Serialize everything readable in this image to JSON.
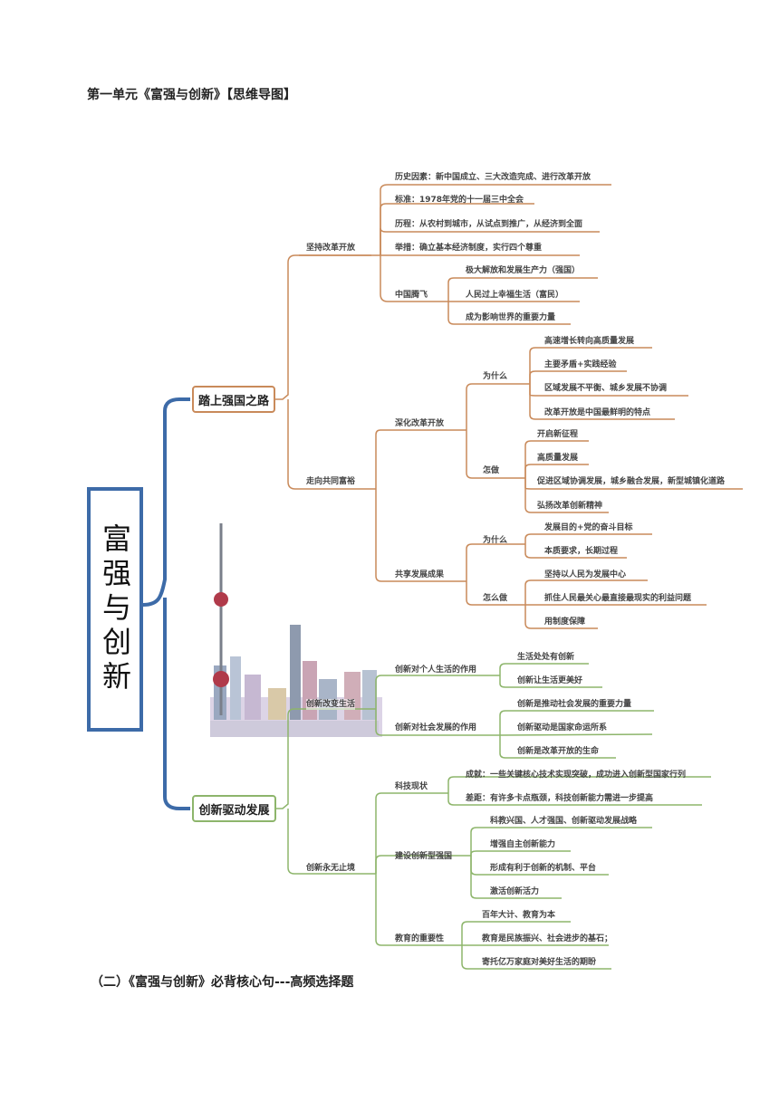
{
  "title": "第一单元《富强与创新》【思维导图】",
  "footer_heading": "（二）《富强与创新》必背核心句---高频选择题",
  "root": "富强与创新",
  "colors": {
    "orange": "#c98a5a",
    "green": "#8db56b",
    "blue": "#3d6ba8"
  },
  "branch1": {
    "label": "踏上强国之路",
    "jianchi": {
      "label": "坚持改革开放",
      "items": [
        "历史因素：新中国成立、三大改造完成、进行改革开放",
        "标准：1978年党的十一届三中全会",
        "历程：从农村到城市，从试点到推广，从经济到全面",
        "举措：确立基本经济制度，实行四个尊重"
      ],
      "zhongguo": {
        "label": "中国腾飞",
        "items": [
          "极大解放和发展生产力（强国）",
          "人民过上幸福生活（富民）",
          "成为影响世界的重要力量"
        ]
      }
    },
    "zouxiang": {
      "label": "走向共同富裕",
      "shenhua": {
        "label": "深化改革开放",
        "weishenme": {
          "label": "为什么",
          "items": [
            "高速增长转向高质量发展",
            "主要矛盾+实践经验",
            "区域发展不平衡、城乡发展不协调",
            "改革开放是中国最鲜明的特点"
          ]
        },
        "zenme": {
          "label": "怎做",
          "items": [
            "开启新征程",
            "高质量发展",
            "促进区域协调发展，城乡融合发展，新型城镇化道路",
            "弘扬改革创新精神"
          ]
        }
      },
      "gongxiang": {
        "label": "共享发展成果",
        "weishenme": {
          "label": "为什么",
          "items": [
            "发展目的+党的奋斗目标",
            "本质要求，长期过程"
          ]
        },
        "zenmezuo": {
          "label": "怎么做",
          "items": [
            "坚持以人民为发展中心",
            "抓住人民最关心最直接最现实的利益问题",
            "用制度保障"
          ]
        }
      }
    }
  },
  "branch2": {
    "label": "创新驱动发展",
    "gaibian": {
      "label": "创新改变生活",
      "geren": {
        "label": "创新对个人生活的作用",
        "items": [
          "生活处处有创新",
          "创新让生活更美好"
        ]
      },
      "shehui": {
        "label": "创新对社会发展的作用",
        "items": [
          "创新是推动社会发展的重要力量",
          "创新驱动是国家命运所系",
          "创新是改革开放的生命"
        ]
      }
    },
    "yongwu": {
      "label": "创新永无止境",
      "keji": {
        "label": "科技现状",
        "items": [
          "成就：一些关键核心技术实现突破，成功进入创新型国家行列",
          "差距：有许多卡点瓶颈，科技创新能力需进一步提高"
        ]
      },
      "jianshe": {
        "label": "建设创新型强国",
        "items": [
          "科教兴国、人才强国、创新驱动发展战略",
          "增强自主创新能力",
          "形成有利于创新的机制、平台",
          "激活创新活力"
        ]
      },
      "jiaoyu": {
        "label": "教育的重要性",
        "items": [
          "百年大计、教育为本",
          "教育是民族振兴、社会进步的基石；",
          "寄托亿万家庭对美好生活的期盼"
        ]
      }
    }
  }
}
